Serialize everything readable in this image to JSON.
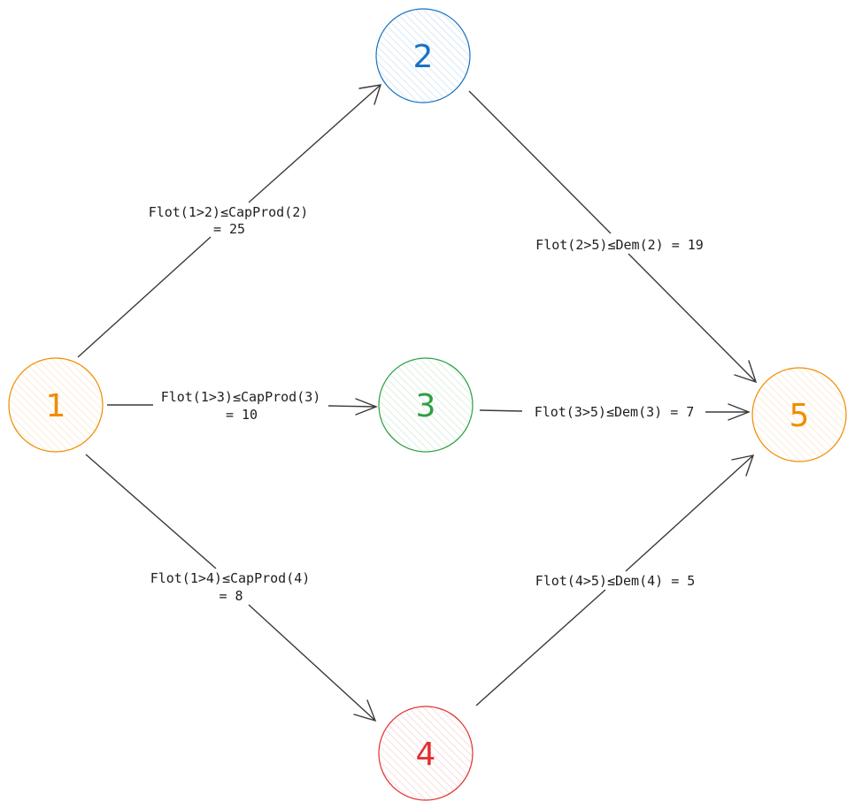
{
  "nodes": {
    "n1": {
      "label": "1",
      "color": "#f08c00"
    },
    "n2": {
      "label": "2",
      "color": "#1971c2"
    },
    "n3": {
      "label": "3",
      "color": "#2f9e44"
    },
    "n4": {
      "label": "4",
      "color": "#e03131"
    },
    "n5": {
      "label": "5",
      "color": "#f08c00"
    }
  },
  "edges": {
    "e12": {
      "line1": "Flot(1>2)≤CapProd(2)",
      "line2": "= 25"
    },
    "e13": {
      "line1": "Flot(1>3)≤CapProd(3)",
      "line2": "= 10"
    },
    "e14": {
      "line1": "Flot(1>4)≤CapProd(4)",
      "line2": "= 8"
    },
    "e25": {
      "line1": "Flot(2>5)≤Dem(2) = 19"
    },
    "e35": {
      "line1": "Flot(3>5)≤Dem(3) = 7"
    },
    "e45": {
      "line1": "Flot(4>5)≤Dem(4) = 5"
    }
  }
}
